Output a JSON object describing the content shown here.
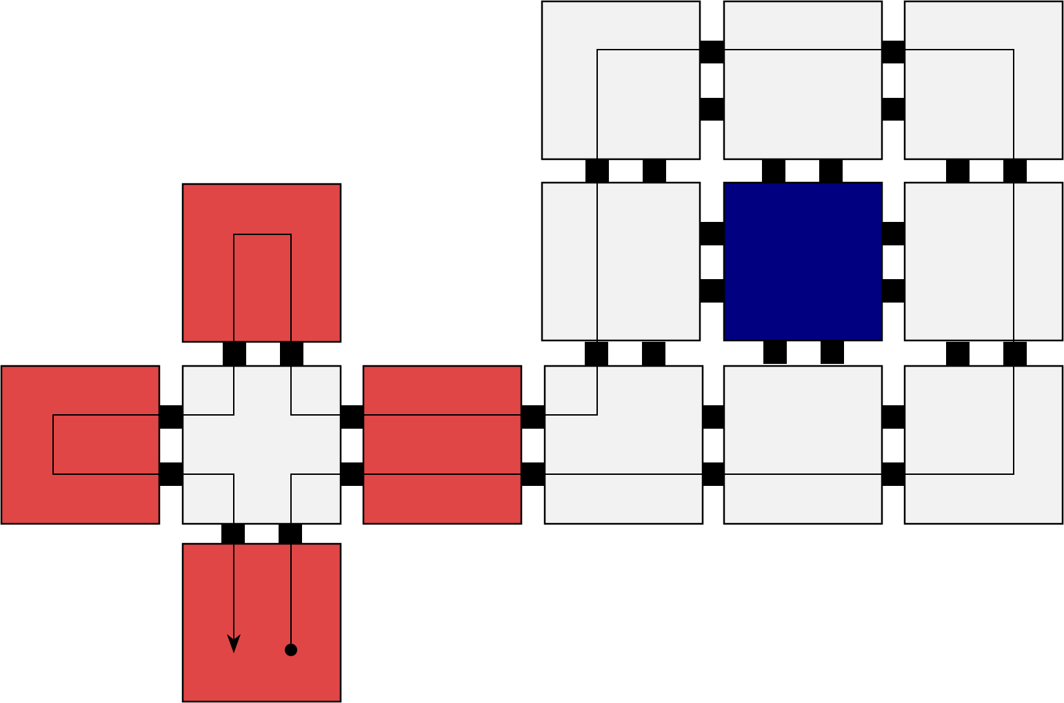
{
  "colors": {
    "background": "#ffffff",
    "tile_default": "#f2f2f2",
    "tile_highlight": "#e04646",
    "tile_selected": "#000080",
    "connector": "#000000",
    "path": "#000000"
  },
  "tiles": [
    {
      "id": "tile-top-left",
      "state": "default"
    },
    {
      "id": "tile-top-middle",
      "state": "default"
    },
    {
      "id": "tile-top-right",
      "state": "default"
    },
    {
      "id": "tile-middle-left",
      "state": "default"
    },
    {
      "id": "tile-center",
      "state": "selected"
    },
    {
      "id": "tile-middle-right",
      "state": "default"
    },
    {
      "id": "tile-row3-col4",
      "state": "default"
    },
    {
      "id": "tile-row3-col5",
      "state": "default"
    },
    {
      "id": "tile-row3-col6",
      "state": "default"
    },
    {
      "id": "tile-hub-top",
      "state": "highlight"
    },
    {
      "id": "tile-hub-left",
      "state": "highlight"
    },
    {
      "id": "tile-hub",
      "state": "default"
    },
    {
      "id": "tile-hub-right",
      "state": "highlight"
    },
    {
      "id": "tile-hub-bottom",
      "state": "highlight"
    }
  ],
  "path_markers": {
    "end": "arrow-icon",
    "start": "dot-icon"
  }
}
